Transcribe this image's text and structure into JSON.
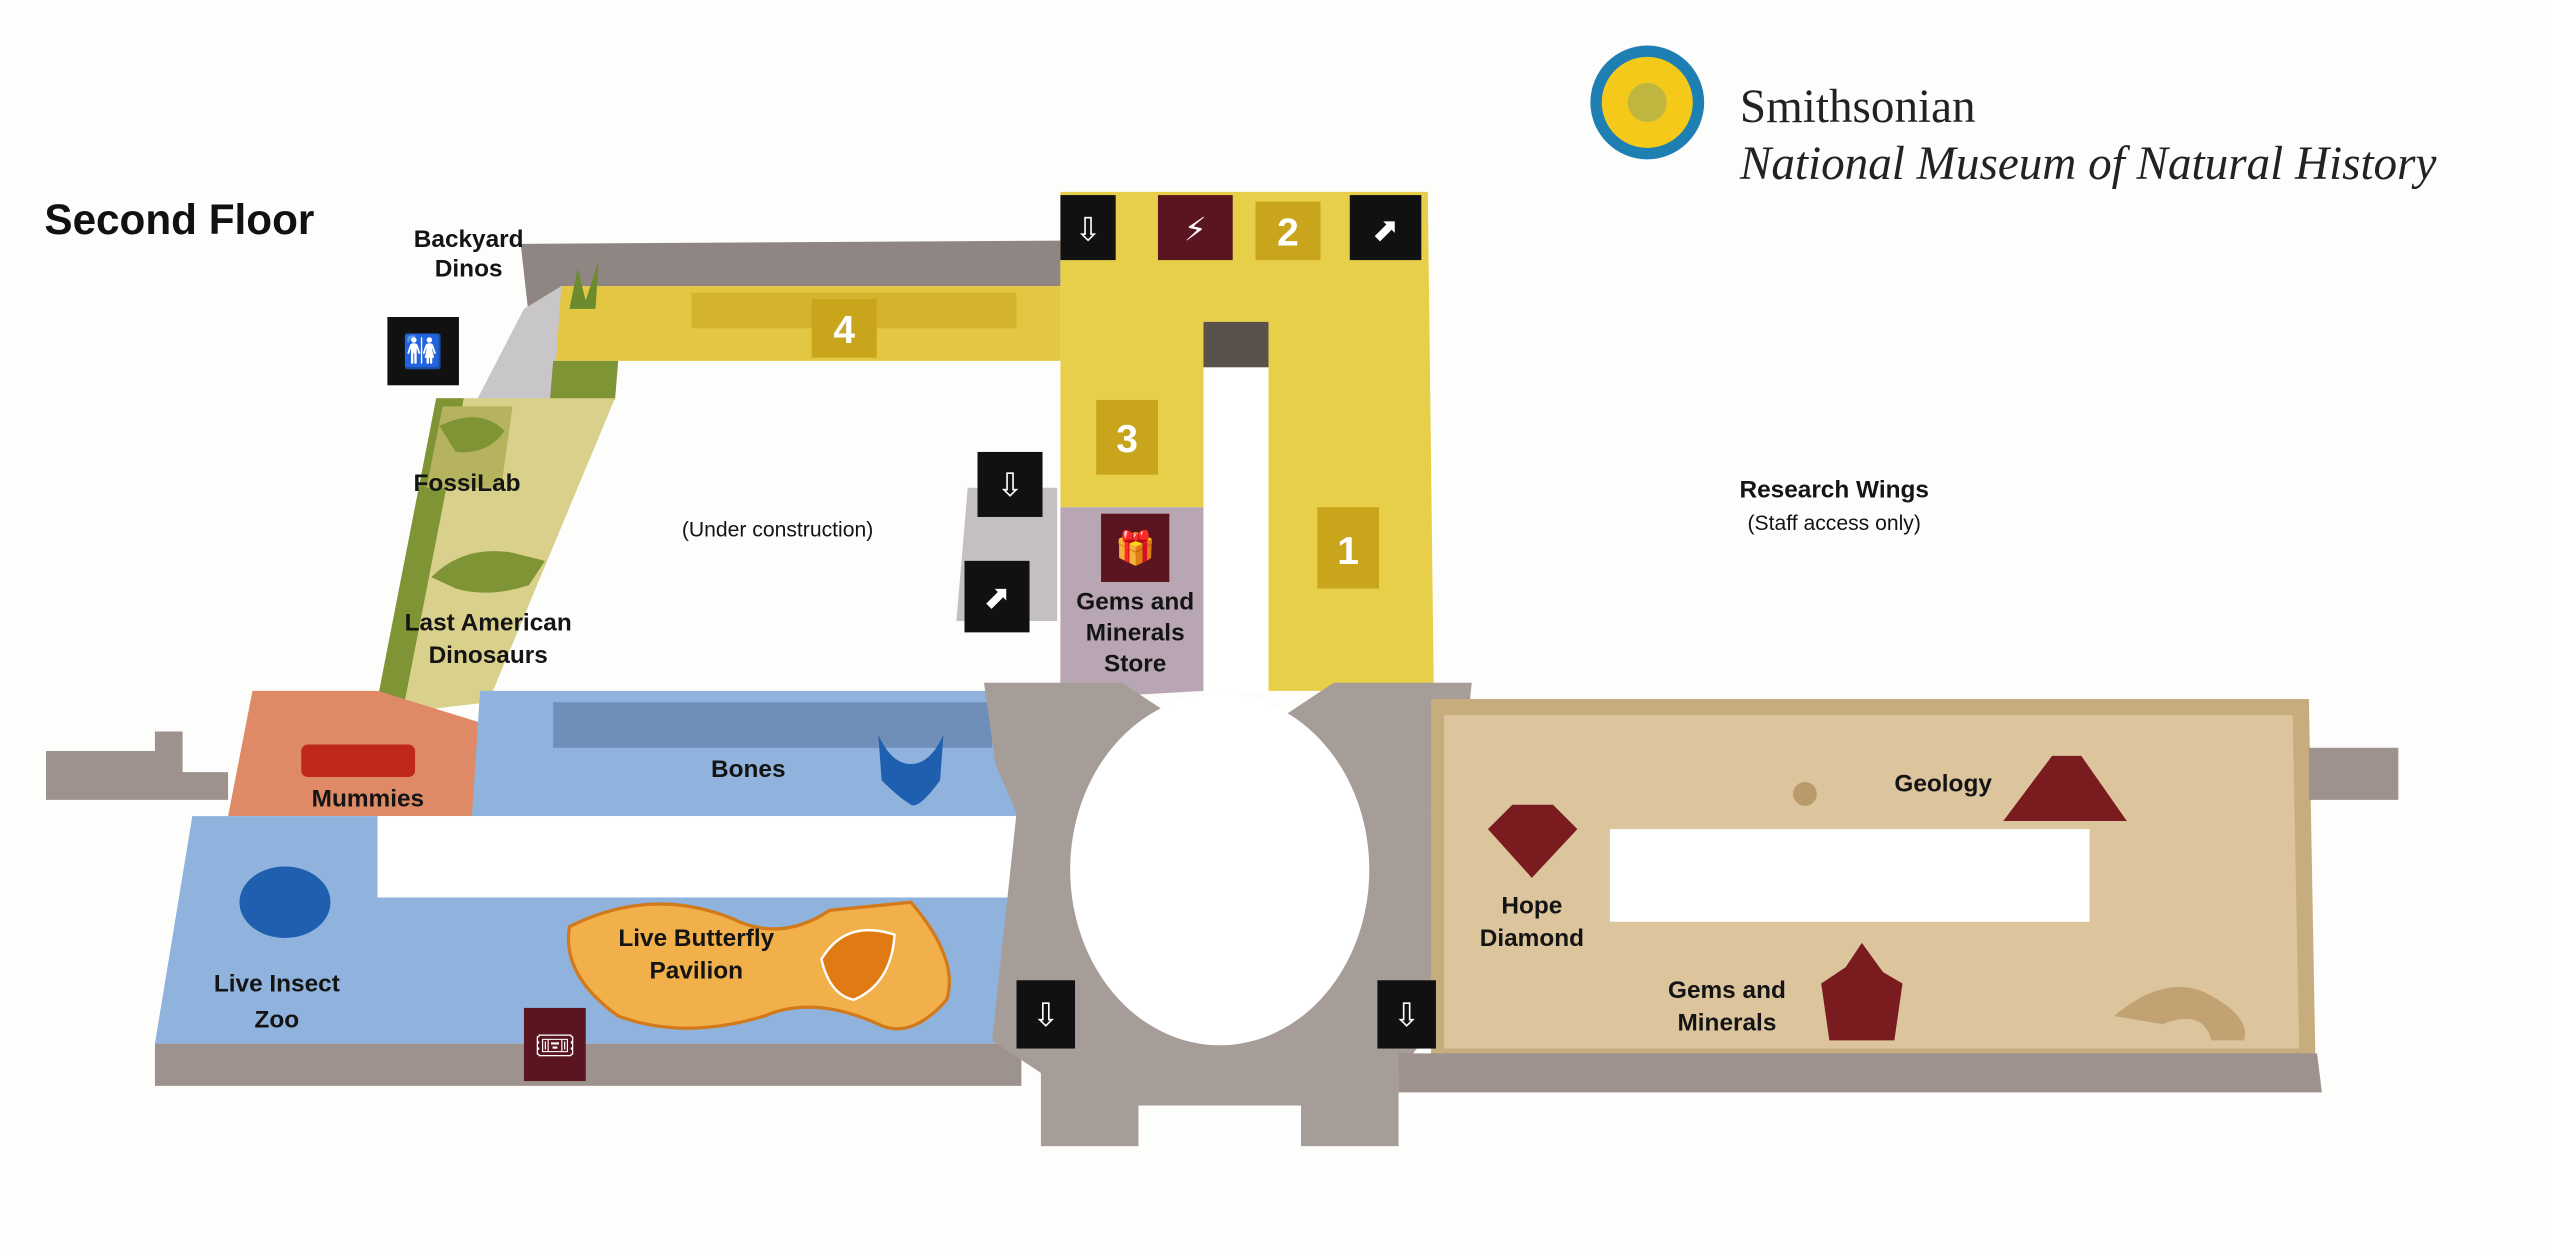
{
  "header": {
    "title": "Second Floor",
    "org_name": "Smithsonian",
    "museum_name": "National Museum of Natural History"
  },
  "colors": {
    "yellow": "#e8cf4a",
    "gold": "#c9a51c",
    "olive": "#d9d08c",
    "green": "#7f9434",
    "blue": "#8fb3dc",
    "salmon": "#df8a66",
    "tan": "#dcc49c",
    "wall": "#9d928d",
    "mauve": "#b9a6b4",
    "maroon": "#5a1520",
    "orange": "#f2b04a",
    "icon_bg": "#111111"
  },
  "exhibits": {
    "backyard_dinos": [
      "Backyard",
      "Dinos"
    ],
    "fossilab": "FossiLab",
    "last_american_dinosaurs": [
      "Last American",
      "Dinosaurs"
    ],
    "under_construction": "(Under construction)",
    "gems_store": [
      "Gems and",
      "Minerals",
      "Store"
    ],
    "research_wings": "Research Wings",
    "staff_only": "(Staff access only)",
    "mummies": "Mummies",
    "bones": "Bones",
    "live_insect_zoo": [
      "Live Insect",
      "Zoo"
    ],
    "butterfly_pavilion": [
      "Live Butterfly",
      "Pavilion"
    ],
    "hope_diamond": [
      "Hope",
      "Diamond"
    ],
    "geology": "Geology",
    "gems_minerals": [
      "Gems and",
      "Minerals"
    ]
  },
  "gallery_numbers": [
    "1",
    "2",
    "3",
    "4"
  ],
  "icons": {
    "elevator": "elevator-icon",
    "restroom": "restroom-icon",
    "escalator": "escalator-icon",
    "cafe": "plug-icon",
    "store": "gift-icon",
    "ticket": "ticket-icon"
  }
}
